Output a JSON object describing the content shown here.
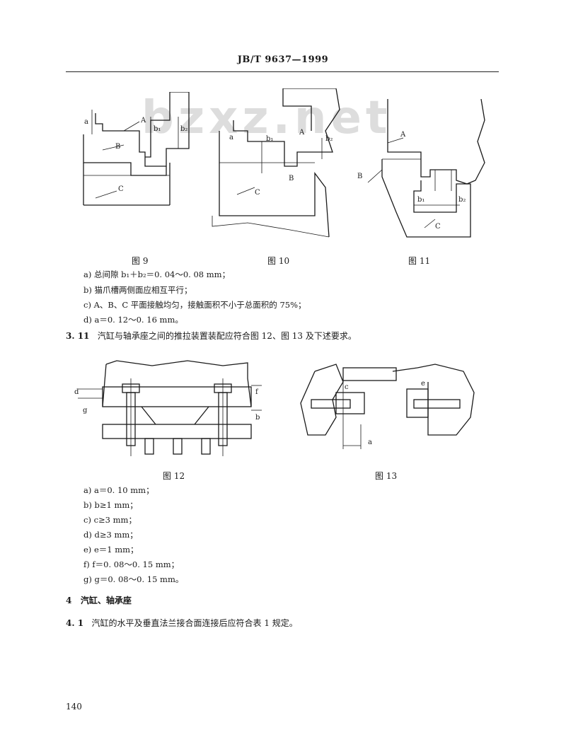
{
  "header": {
    "standard": "JB/T 9637—1999"
  },
  "watermark": "bzxz.net",
  "fig9": {
    "caption": "图 9",
    "labels": {
      "a": "a",
      "b1": "b₁",
      "b2": "b₂",
      "A": "A",
      "B": "B",
      "C": "C"
    }
  },
  "fig10": {
    "caption": "图 10",
    "labels": {
      "a": "a",
      "b1": "b₁",
      "b2": "b₂",
      "A": "A",
      "B": "B",
      "C": "C"
    }
  },
  "fig11": {
    "caption": "图 11",
    "labels": {
      "A": "A",
      "B": "B",
      "C": "C",
      "b1": "b₁",
      "b2": "b₂"
    }
  },
  "req1": [
    "a) 总间隙 b₁＋b₂＝0. 04～0. 08 mm；",
    "b) 猫爪槽两侧面应相互平行；",
    "c) A、B、C 平面接触均匀，接触面积不小于总面积的 75%；",
    "d) a＝0. 12～0. 16 mm。"
  ],
  "sec311": {
    "num": "3. 11",
    "text": "汽缸与轴承座之间的推拉装置装配应符合图 12、图 13 及下述要求。"
  },
  "fig12": {
    "caption": "图 12",
    "labels": {
      "d": "d",
      "g": "g",
      "f": "f",
      "b": "b"
    }
  },
  "fig13": {
    "caption": "图 13",
    "labels": {
      "c": "c",
      "a": "a",
      "e": "e"
    }
  },
  "req2": [
    "a) a＝0. 10 mm；",
    "b) b≥1 mm；",
    "c) c≥3 mm；",
    "d) d≥3 mm；",
    "e) e＝1 mm；",
    "f) f＝0. 08～0. 15 mm；",
    "g) g＝0. 08～0. 15 mm。"
  ],
  "sec4": {
    "num": "4",
    "title": "汽缸、轴承座"
  },
  "sec41": {
    "num": "4. 1",
    "text": "汽缸的水平及垂直法兰接合面连接后应符合表 1 规定。"
  },
  "page_number": "140"
}
